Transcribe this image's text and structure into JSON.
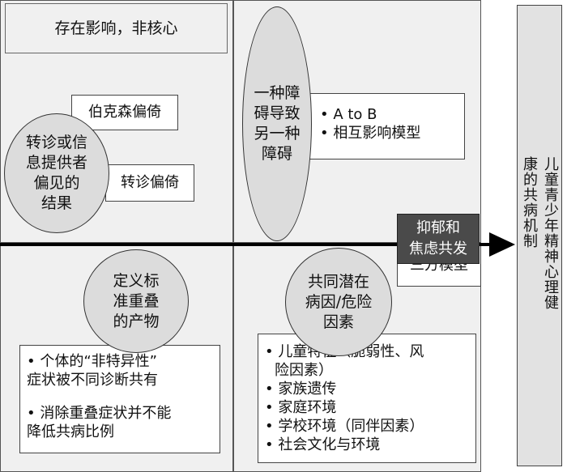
{
  "top_left_box": "存在影响，非核心",
  "referral_ellipse": [
    "转诊或信",
    "息提供者",
    "偏见的",
    "结果"
  ],
  "berkson_box": "伯克森偏倚",
  "referral_bias_box": "转诊偏倚",
  "one_leads_ellipse": [
    "一种障",
    "碍导致",
    "另一种",
    "障碍"
  ],
  "model_list": [
    "A to B",
    "相互影响模型"
  ],
  "definition_ellipse": [
    "定义标",
    "准重叠",
    "的产物"
  ],
  "definition_list": [
    [
      "个体的“非特异性”",
      "症状被不同诊断共有"
    ],
    [
      "消除重叠症状并不能",
      "降低共病比例"
    ]
  ],
  "shared_ellipse": [
    "共同潜在",
    "病因/危险",
    "因素"
  ],
  "shared_list": [
    [
      "儿童特征（脆弱性、风",
      "险因素）"
    ],
    [
      "家族遗传"
    ],
    [
      "家庭环境"
    ],
    [
      "学校环境（同伴因素）"
    ],
    [
      "社会文化与环境"
    ]
  ],
  "center_label": [
    "抑郁和",
    "焦虑共发"
  ],
  "three_party_box": "三方模型",
  "right_box_text": "儿童青少年精神心理健康的共病机制"
}
